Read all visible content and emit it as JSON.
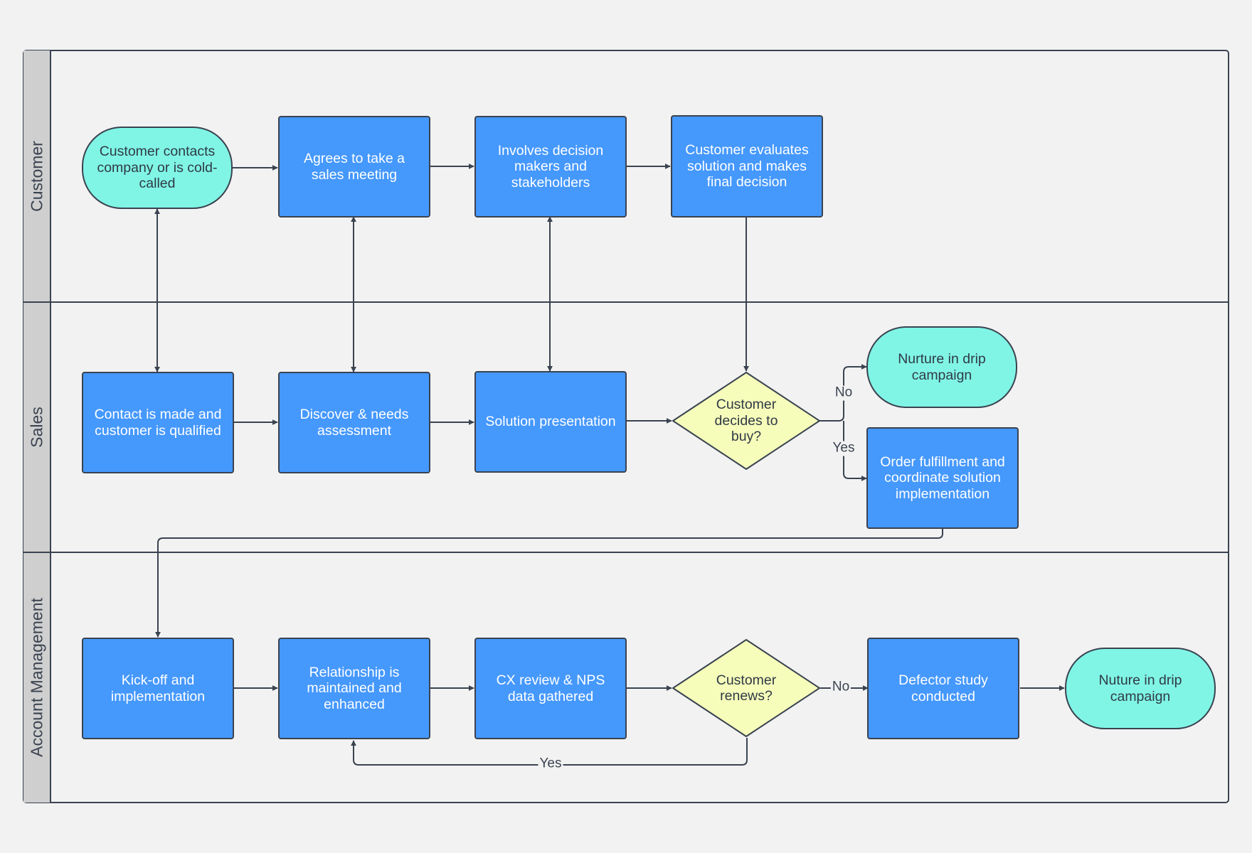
{
  "lanes": {
    "customer": "Customer",
    "sales": "Sales",
    "account": "Account Management"
  },
  "nodes": {
    "customer_contacts": "Customer contacts company or is cold-called",
    "agrees_meeting": "Agrees to take a sales meeting",
    "involves_decision_makers": "Involves decision makers and stakeholders",
    "customer_evaluates": "Customer evaluates solution and makes final decision",
    "contact_qualified": "Contact is made and customer is qualified",
    "discover_needs": "Discover & needs assessment",
    "solution_presentation": "Solution presentation",
    "decides_to_buy": "Customer decides to buy?",
    "nurture_drip": "Nurture in drip campaign",
    "order_fulfillment": "Order fulfillment and coordinate solution implementation",
    "kickoff": "Kick-off and implementation",
    "relationship": "Relationship is maintained and enhanced",
    "cx_review": "CX review & NPS data gathered",
    "customer_renews": "Customer renews?",
    "defector_study": "Defector study conducted",
    "nuture_drip_campaign": "Nuture in drip campaign"
  },
  "edge_labels": {
    "buy_no": "No",
    "buy_yes": "Yes",
    "renew_no": "No",
    "renew_yes": "Yes"
  },
  "colors": {
    "process": "#4598fc",
    "terminal": "#80f5e6",
    "decision": "#f6fdbb",
    "stroke": "#3a4350",
    "lane_header": "#cfcfcf",
    "background": "#f2f2f2"
  }
}
